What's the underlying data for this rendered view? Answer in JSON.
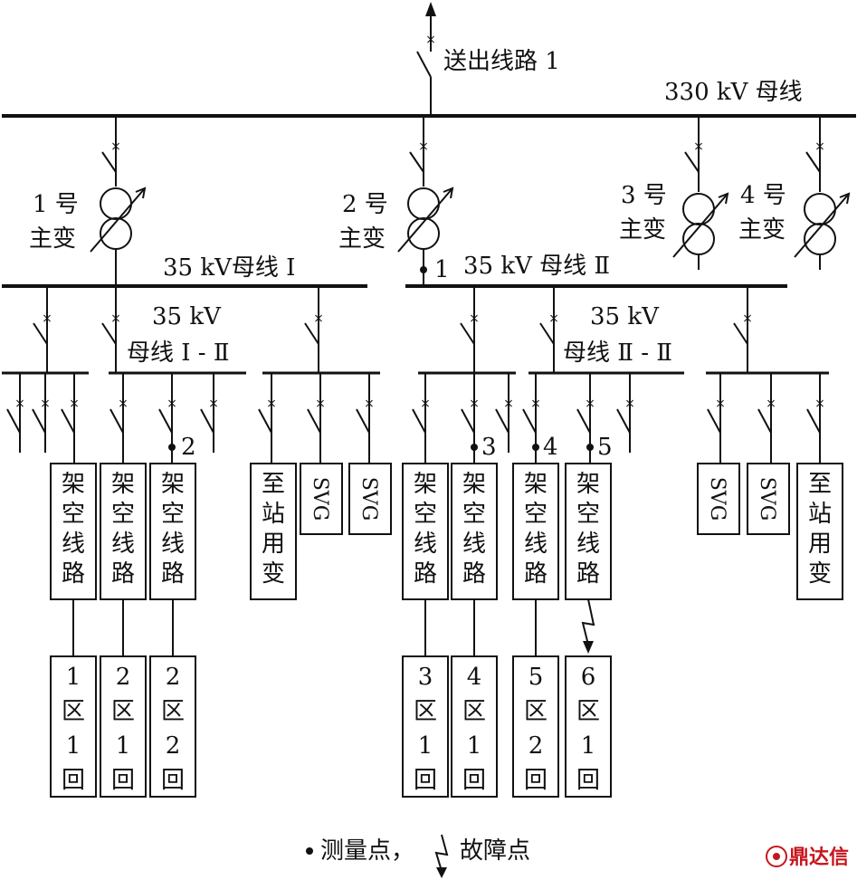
{
  "labels": {
    "outgoing_line": "送出线路 1",
    "bus_330": "330 kV 母线",
    "t1_num": "1 号",
    "t1_name": "主变",
    "t2_num": "2 号",
    "t2_name": "主变",
    "t3_num": "3 号",
    "t3_name": "主变",
    "t4_num": "4 号",
    "t4_name": "主变",
    "bus_35_1": "35 kV母线 Ⅰ",
    "bus_35_2": "35 kV 母线 Ⅱ",
    "bus_35_1_2_kv": "35 kV",
    "bus_35_1_2_name": "母线 Ⅰ - Ⅱ",
    "bus_35_2_2_kv": "35 kV",
    "bus_35_2_2_name": "母线 Ⅱ - Ⅱ"
  },
  "measure_points": [
    "1",
    "2",
    "3",
    "4",
    "5"
  ],
  "boxes": {
    "overhead": "架空线路",
    "station": "至站用变",
    "svg": "SVG"
  },
  "zones": [
    "1区1回",
    "2区1回",
    "2区2回",
    "3区1回",
    "4区1回",
    "5区2回",
    "6区1回"
  ],
  "legend": {
    "measure": "测量点",
    "sep": "，",
    "fault": "故障点"
  },
  "logo": "鼎达信"
}
